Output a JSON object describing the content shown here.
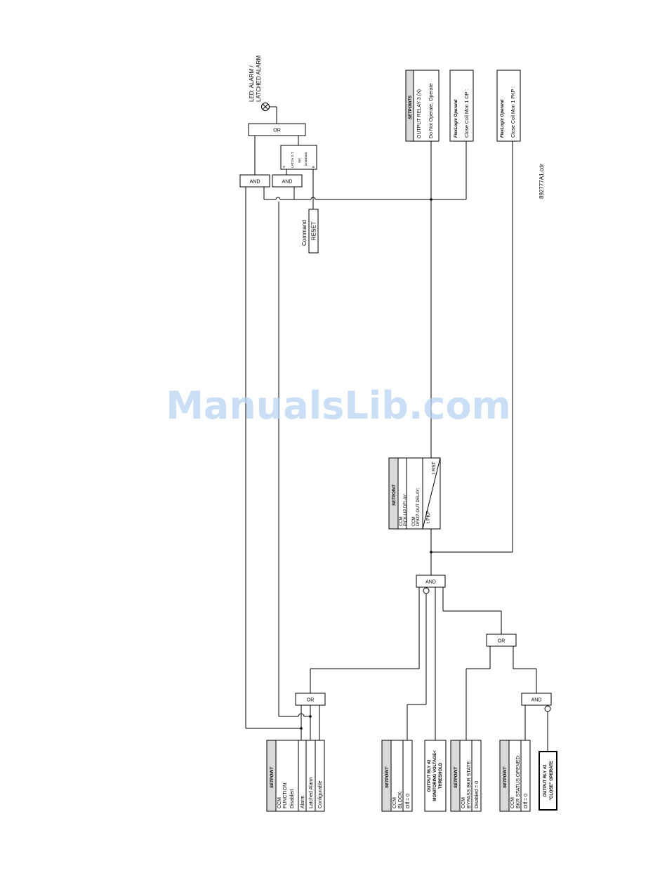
{
  "gates": {
    "and_top_left": "AND",
    "and_top_right": "AND",
    "or_top": "OR",
    "and_mid": "AND",
    "or_mid": "OR",
    "or_bottom": "OR",
    "and_bottom": "AND"
  },
  "led": {
    "line1": "LED: ALARM /",
    "line2": "LATCHED ALARM"
  },
  "latch": {
    "line1": "LATCH S T",
    "line2": "Set",
    "line3": "Dominant",
    "s": "S",
    "r": "R"
  },
  "command": {
    "label": "Command",
    "box": "RESET"
  },
  "setpoints_relay": {
    "title": "SETPOINTS",
    "line1": "OUTPUT RELAY   3 (X)",
    "line2": "Do  Not  Operate,  Operate"
  },
  "flexlogic_op": {
    "title": "FlexLogic Operand",
    "value": "Close Coil Mon 1 OP :"
  },
  "flexlogic_pkp": {
    "title": "FlexLogic Operand",
    "value": "Close Coil Mon 1 PKP :"
  },
  "file_ref": "892777A1.cdr",
  "watermark": "ManualsLib.com",
  "timer": {
    "title": "SETPOINT",
    "line1": "CCM",
    "line2": "PICK-UP DELAY:",
    "line3": "CCM",
    "line4": "DROP-OUT DELAY:",
    "tpkp": "t PKP",
    "trst": "t RST"
  },
  "sp_function": {
    "title": "SETPOINT",
    "lines": [
      "CCM",
      "FUNCTION:",
      "Disabled",
      "Alarm",
      "Latched Alarm",
      "Configurable"
    ]
  },
  "sp_block": {
    "title": "SETPOINT",
    "lines": [
      "CCM",
      "BLOCK:",
      "Off = 0"
    ]
  },
  "monitor": {
    "line1": "OUTPUT RLY #2",
    "line2": "MONITORING VOLTAGE<",
    "line3": "THRESHOLD"
  },
  "sp_bypass": {
    "title": "SETPOINT",
    "lines": [
      "CCM",
      "BYPASS BKR STATE:",
      "Disabled = 0"
    ]
  },
  "sp_bkr": {
    "title": "SETPOINT",
    "lines": [
      "CCM",
      "BKR STATUS OPENED:",
      "Off = 0"
    ]
  },
  "close_op": {
    "line1": "OUTPUT RLY #2",
    "line2": "\"CLOSE\" OPERATE"
  }
}
